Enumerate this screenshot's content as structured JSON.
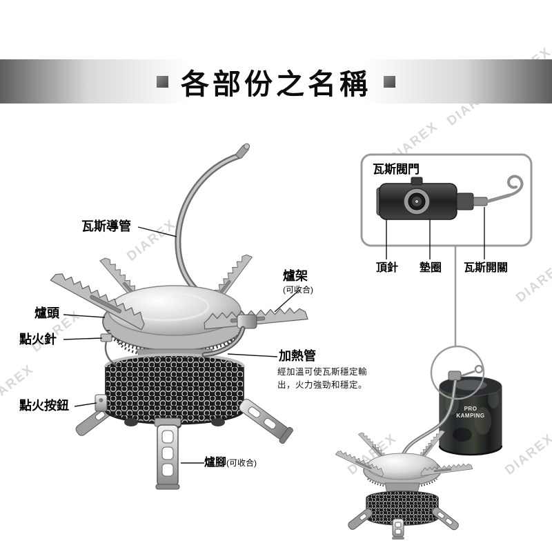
{
  "watermark": "DIAREX",
  "header": {
    "title": "各部份之名稱"
  },
  "labels": {
    "gas_pipe": "瓦斯導管",
    "stove_rack": "爐架",
    "stove_rack_note": "(可收合)",
    "burner_head": "爐頭",
    "ignition_needle": "點火針",
    "heating_tube": "加熱管",
    "heating_tube_desc": "經加溫可使瓦斯穩定輸出，火力強勁和穩定。",
    "ignition_button": "點火按鈕",
    "stove_leg": "爐腳",
    "stove_leg_note": "(可收合)"
  },
  "inset": {
    "title": "瓦斯閥門",
    "pin": "頂針",
    "gasket": "墊圈",
    "gas_switch": "瓦斯開關"
  },
  "canister": {
    "brand_line1": "PRO",
    "brand_line2": "KAMPING"
  }
}
